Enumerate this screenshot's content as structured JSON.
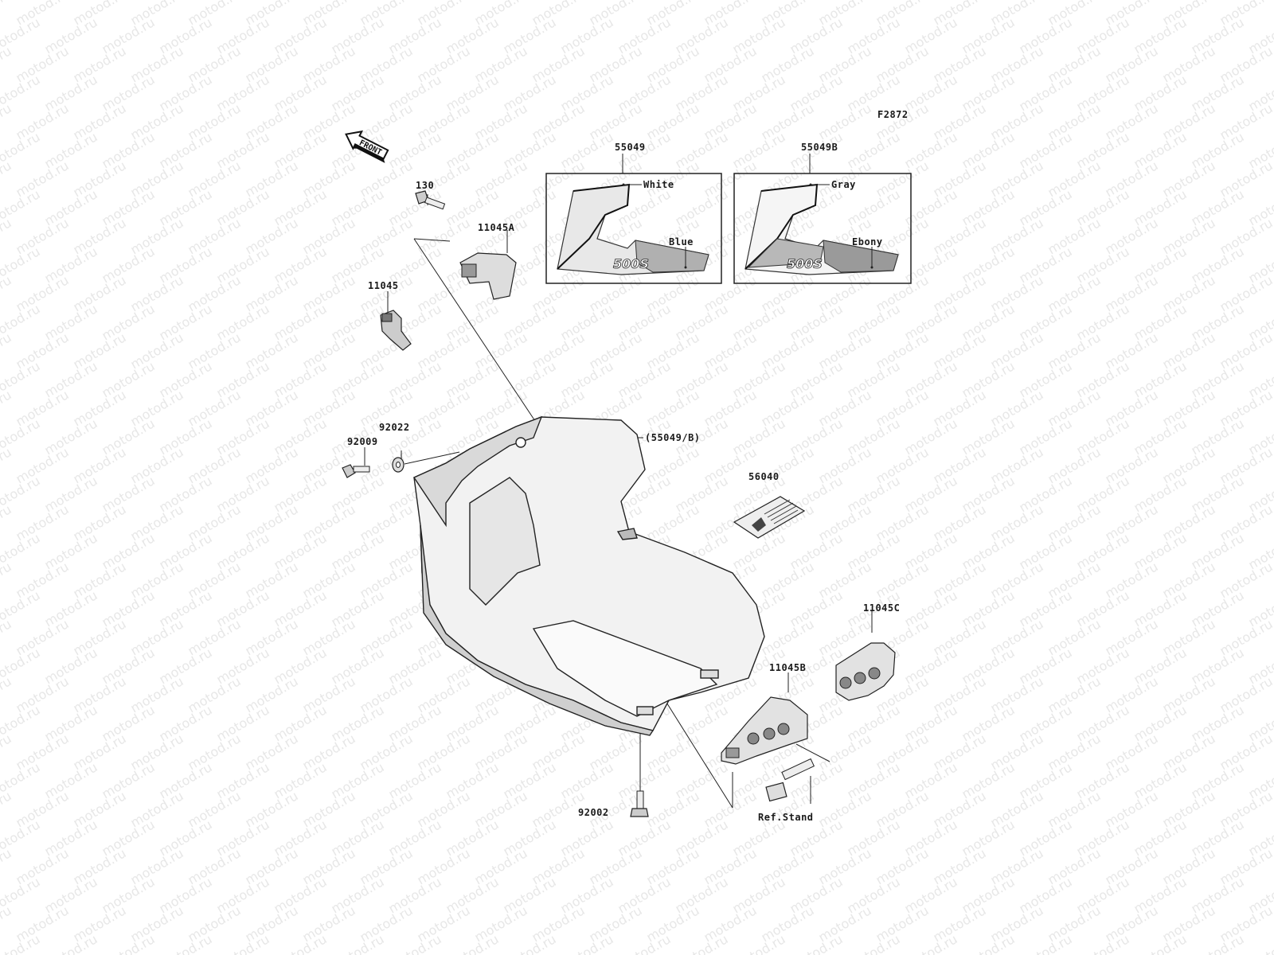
{
  "watermark": {
    "text": "motod.ru"
  },
  "figure": {
    "code": "F2872"
  },
  "front_arrow": {
    "label": "FRONT"
  },
  "parts": {
    "p130": "130",
    "p11045A": "11045A",
    "p11045": "11045",
    "p92022": "92022",
    "p92009": "92009",
    "p55049": "55049",
    "p55049B": "55049B",
    "p55049_ref": "(55049/B)",
    "p56040": "56040",
    "p11045C": "11045C",
    "p11045B": "11045B",
    "p92002": "92002",
    "ref_stand": "Ref.Stand"
  },
  "decals": {
    "left": {
      "top_color": "White",
      "bottom_color": "Blue",
      "model_text": "500S"
    },
    "right": {
      "top_color": "Gray",
      "bottom_color": "Ebony",
      "model_text": "500S"
    }
  }
}
